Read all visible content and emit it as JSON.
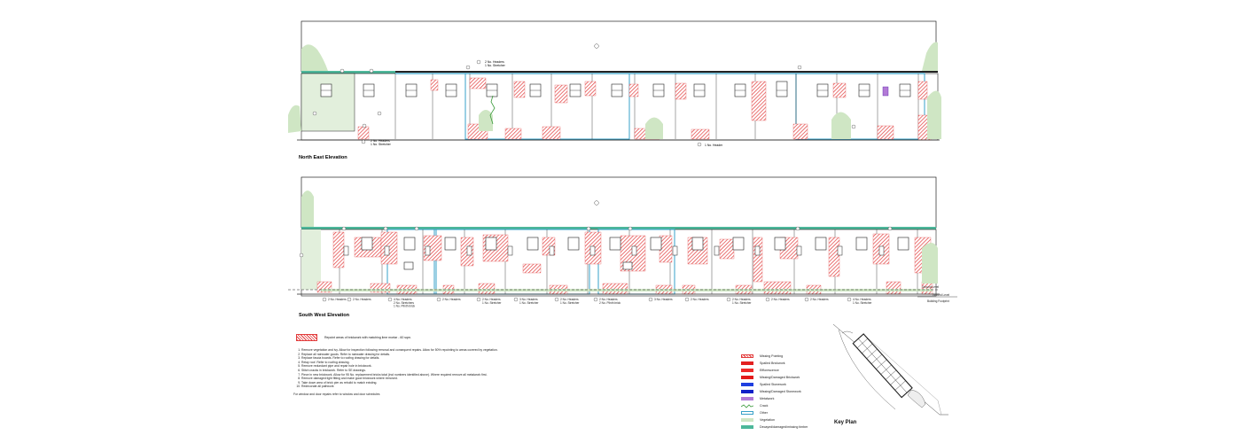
{
  "elevations": {
    "north_east": {
      "title": "North East Elevation",
      "callouts": [
        "2 No. Headers\n1 No. Stretcher",
        "2 No. Headers\n1 No. Stretcher",
        "1 No. Header"
      ]
    },
    "south_west": {
      "title": "South West Elevation",
      "labels": [
        "2 No. Headers",
        "2 No. Headers",
        "4 No. Headers\n2 No. Stretchers\n1 No. Plinth brick",
        "2 No. Headers",
        "2 No. Headers\n1 No. Stretcher",
        "3 No. Headers\n1 No. Stretcher",
        "2 No. Headers\n1 No. Stretcher",
        "2 No. Headers\n2 No. Plinth brick",
        "3 No. Headers",
        "2 No. Headers",
        "2 No. Headers\n1 No. Stretcher",
        "2 No. Headers",
        "2 No. Headers",
        "4 No. Headers\n1 No. Stretcher"
      ],
      "ground_level": "Ground Level",
      "ground_level_2": "Ground Level",
      "building_footprint": "Building Footprint"
    }
  },
  "repoint": {
    "label": "Repoint areas of brickwork with matching lime mortar - 60 sqm."
  },
  "notes": {
    "items": [
      "Remove vegetation and ivy. Allow for inspection following removal and consequent repairs. Allow for 50% repointing to areas covered by vegetation.",
      "Replace all rainwater goods. Refer to rainwater drawing for details.",
      "Replace fascia boards. Refer to roofing drawing for details.",
      "Relay roof. Refer to roofing drawing.",
      "Remove redundant pipe and repair hole in brickwork.",
      "Stitch cracks in brickwork. Refer to SE drawings.",
      "Piece in new brickwork. Allow for 95 No. replacement bricks total (incl numbers identified above). Where required remove all metalwork first.",
      "Remove damaged light fitting and make good brickwork where removed.",
      "Take down area of brick pier as rebuild to match existing.",
      "Redecorate all pathwork"
    ],
    "footer": "For window and door repairs refer to window and door schedules"
  },
  "legend": {
    "items": [
      {
        "label": "Missing Pointing",
        "style": "hatch",
        "color": "#e23b3b"
      },
      {
        "label": "Spalled Brickwork",
        "style": "fill",
        "color": "#e32020"
      },
      {
        "label": "Efflorescence",
        "style": "fill",
        "color": "#ee2a2a"
      },
      {
        "label": "Missing/Damaged Brickwork",
        "style": "fill",
        "color": "#e31b1b"
      },
      {
        "label": "Spalled Stonework",
        "style": "fill",
        "color": "#1f3fe0"
      },
      {
        "label": "Missing/Damaged Stonework",
        "style": "fill",
        "color": "#1020c8"
      },
      {
        "label": "Metalwork",
        "style": "fill",
        "color": "#b27ad6"
      },
      {
        "label": "Crack",
        "style": "line",
        "color": "#3a9a3a"
      },
      {
        "label": "Other",
        "style": "outline",
        "color": "#37a0c8"
      },
      {
        "label": "Vegetation",
        "style": "fill",
        "color": "#cfe6c4"
      },
      {
        "label": "Decayed/damaged/missing timber",
        "style": "fill",
        "color": "#4db79a"
      }
    ]
  },
  "key_plan": {
    "title": "Key Plan"
  },
  "colors": {
    "hatch_red": "#e23b3b",
    "vegetation": "#cfe6c4",
    "timber": "#4db79a",
    "other_blue": "#37a0c8",
    "crack": "#3a9a3a",
    "stone_blue": "#1f3fe0",
    "metal": "#b27ad6"
  }
}
